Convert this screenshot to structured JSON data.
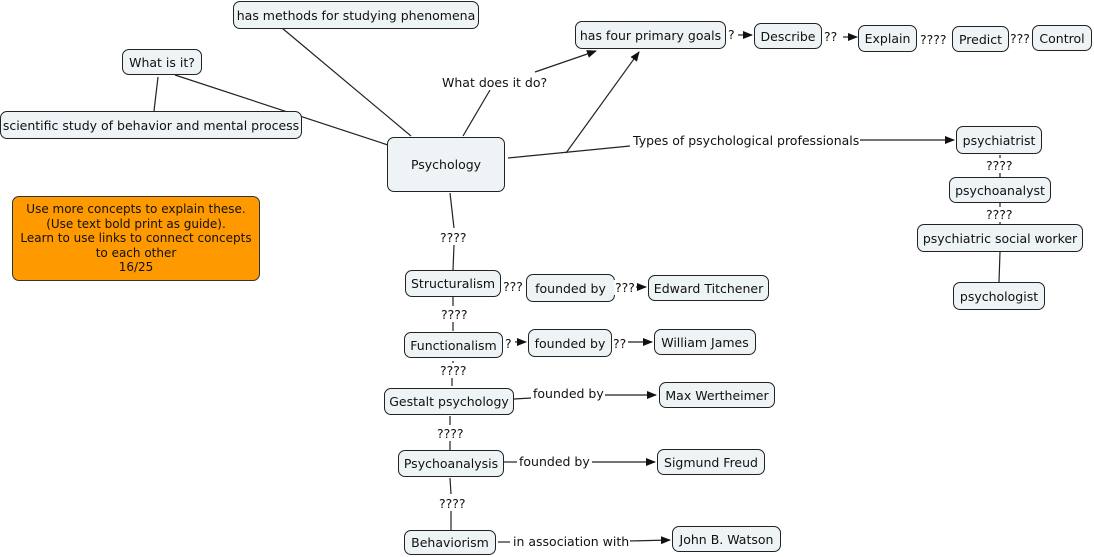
{
  "nodes": {
    "psychology": "Psychology",
    "has_methods": "has methods for studying phenomena",
    "what_is_it": "What is it?",
    "scientific_study": "scientific study of behavior and mental process",
    "four_goals": "has four primary goals",
    "describe": "Describe",
    "explain": "Explain",
    "predict": "Predict",
    "control": "Control",
    "psychiatrist": "psychiatrist",
    "psychoanalyst": "psychoanalyst",
    "psychiatric_social_worker": "psychiatric social worker",
    "psychologist": "psychologist",
    "structuralism": "Structuralism",
    "founded_by_1": "founded by",
    "edward_titchener": "Edward Titchener",
    "functionalism": "Functionalism",
    "founded_by_2": "founded by",
    "william_james": "William James",
    "gestalt": "Gestalt psychology",
    "max_wertheimer": "Max Wertheimer",
    "psychoanalysis": "Psychoanalysis",
    "sigmund_freud": "Sigmund Freud",
    "behaviorism": "Behaviorism",
    "john_watson": "John B. Watson"
  },
  "links": {
    "what_does_it_do": "What does it do?",
    "types_of_professionals": "Types of psychological professionals",
    "founded_by": "founded by",
    "in_association_with": "in association with",
    "unknown": "????",
    "unknown_3": "???",
    "unknown_2": "??",
    "unknown_1": "?"
  },
  "note": {
    "lines": [
      "Use more concepts to explain these.",
      "(Use text bold print as guide).",
      "Learn to use links to connect concepts",
      "to each other",
      "16/25"
    ],
    "color": "#ff9900"
  },
  "colors": {
    "node_fill": "#eef3f5",
    "line": "#222222"
  }
}
